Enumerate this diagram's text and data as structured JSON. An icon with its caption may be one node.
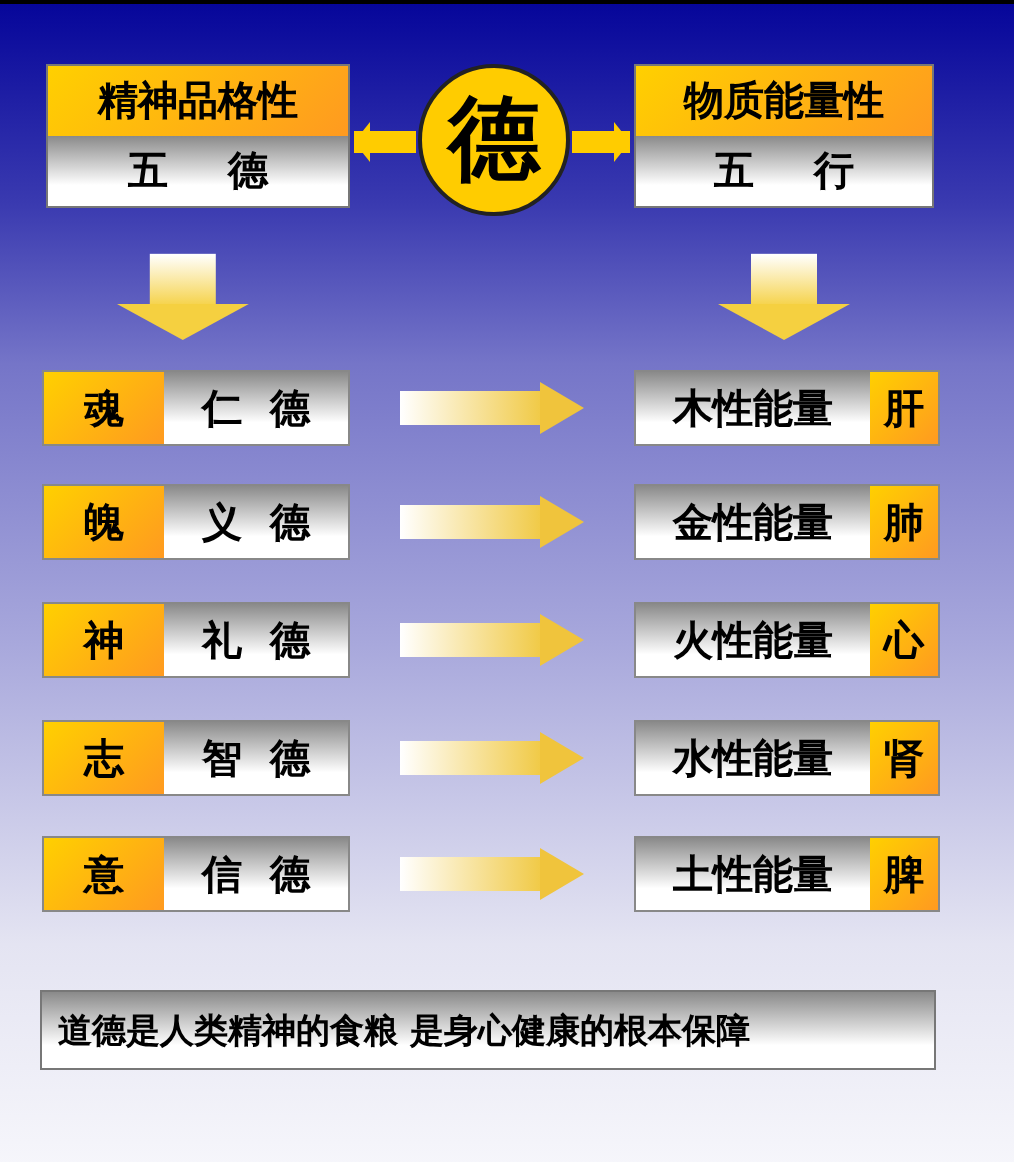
{
  "diagram": {
    "nodes": [
      {
        "text": [
          "精神品格性",
          "五德"
        ]
      },
      {
        "text": [
          "德"
        ]
      },
      {
        "text": [
          "物质能量性",
          "五行"
        ]
      },
      {
        "text": [
          "魂",
          "仁德"
        ]
      },
      {
        "text": [
          "魄",
          "义德"
        ]
      },
      {
        "text": [
          "神",
          "礼德"
        ]
      },
      {
        "text": [
          "志",
          "智德"
        ]
      },
      {
        "text": [
          "意",
          "信德"
        ]
      },
      {
        "text": [
          "木性能量",
          "肝"
        ]
      },
      {
        "text": [
          "金性能量",
          "肺"
        ]
      },
      {
        "text": [
          "火性能量",
          "心"
        ]
      },
      {
        "text": [
          "水性能量",
          "肾"
        ]
      },
      {
        "text": [
          "土性能量",
          "脾"
        ]
      },
      {
        "text": [
          "道德是人类精神的食粮 是身心健康的根本保障"
        ]
      }
    ],
    "edges": [
      {
        "from": 1,
        "to": 0,
        "arrow": "to"
      },
      {
        "from": 1,
        "to": 2,
        "arrow": "to"
      },
      {
        "from": 0,
        "to": 3,
        "arrow": "to"
      },
      {
        "from": 2,
        "to": 8,
        "arrow": "to"
      },
      {
        "from": 3,
        "to": 8,
        "arrow": "to"
      },
      {
        "from": 4,
        "to": 9,
        "arrow": "to"
      },
      {
        "from": 5,
        "to": 10,
        "arrow": "to"
      },
      {
        "from": 6,
        "to": 11,
        "arrow": "to"
      },
      {
        "from": 7,
        "to": 12,
        "arrow": "to"
      }
    ]
  }
}
